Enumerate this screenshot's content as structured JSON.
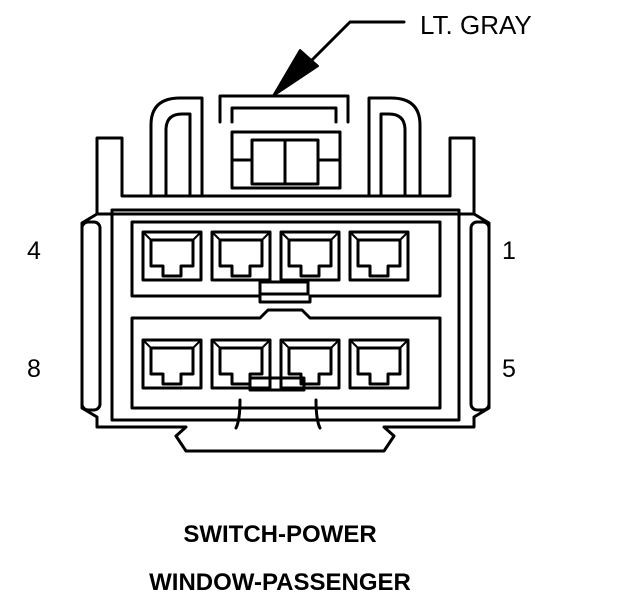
{
  "connector": {
    "color_label": "LT. GRAY",
    "pins": {
      "top_left": "4",
      "top_right": "1",
      "bottom_left": "8",
      "bottom_right": "5"
    },
    "caption_line1": "SWITCH-POWER",
    "caption_line2": "WINDOW-PASSENGER"
  },
  "colors": {
    "stroke": "#000000",
    "background": "#ffffff"
  },
  "cavities": {
    "rows": 2,
    "per_row": 4
  }
}
